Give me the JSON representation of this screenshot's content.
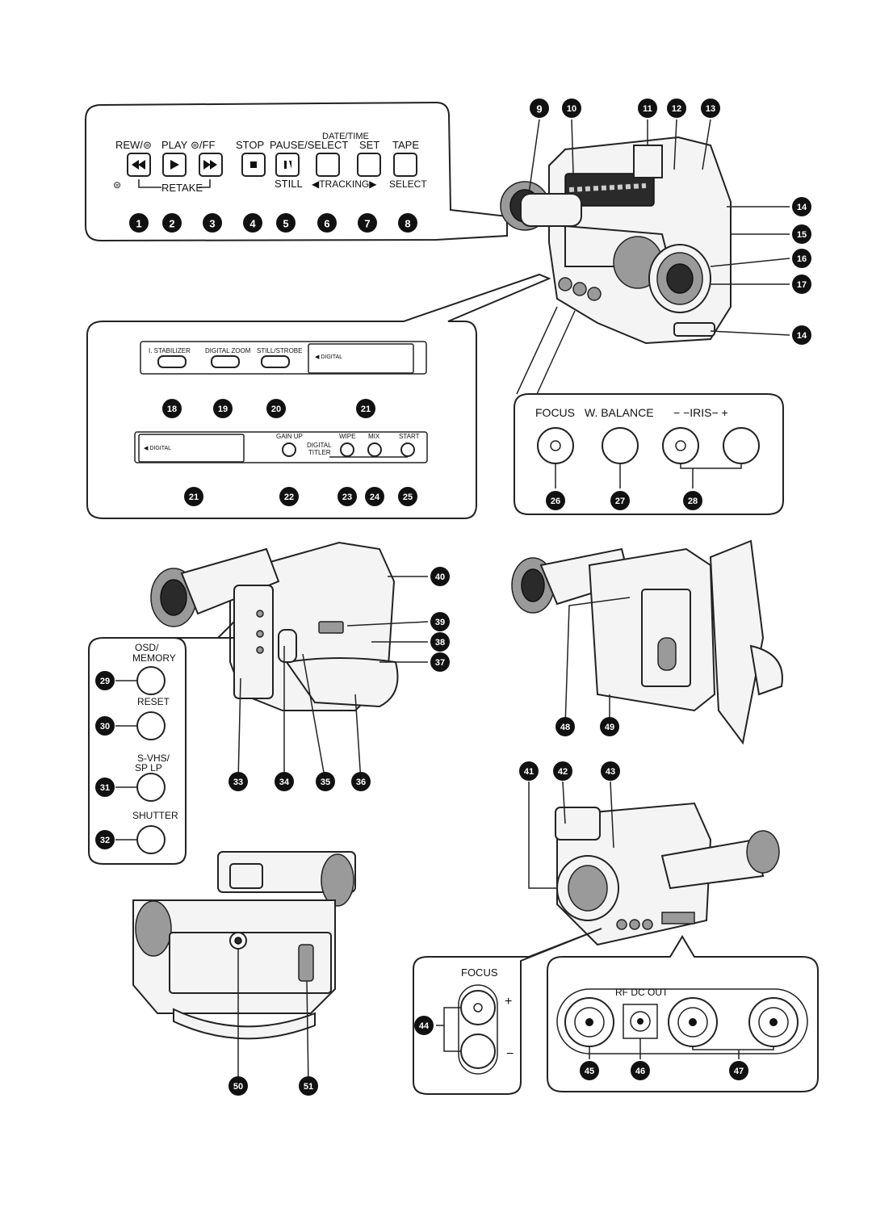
{
  "top_panel": {
    "labels": [
      "REW/⊜",
      "PLAY",
      "⊜/FF",
      "STOP",
      "PAUSE/SELECT",
      "DATE/TIME",
      "SET",
      "TAPE",
      "SELECT",
      "STILL",
      "RETAKE",
      "◀TRACKING▶"
    ],
    "cue_icon": "⊜",
    "icons": [
      "rewind-icon",
      "play-icon",
      "fast-forward-icon",
      "stop-icon",
      "pause-icon"
    ]
  },
  "mid_panel": {
    "labels": [
      "I. STABILIZER",
      "DIGITAL ZOOM",
      "STILL/STROBE",
      "◀ DIGITAL",
      "GAIN UP",
      "WIPE",
      "MIX",
      "START",
      "DIGITAL",
      "TITLER"
    ]
  },
  "right_panel": {
    "labels": [
      "FOCUS",
      "W. BALANCE",
      "− −IRIS− +"
    ]
  },
  "left_panel": {
    "labels": [
      "OSD/",
      "MEMORY",
      "RESET",
      "S-VHS/",
      "SP   LP",
      "SHUTTER"
    ]
  },
  "focus_panel": {
    "labels": [
      "FOCUS",
      "+",
      "−"
    ]
  },
  "rfdc_panel": {
    "labels": [
      "RF DC OUT"
    ]
  },
  "callouts": [
    "1",
    "2",
    "3",
    "4",
    "5",
    "6",
    "7",
    "8",
    "9",
    "10",
    "11",
    "12",
    "13",
    "14",
    "15",
    "16",
    "17",
    "18",
    "19",
    "20",
    "21",
    "22",
    "23",
    "24",
    "25",
    "26",
    "27",
    "28",
    "29",
    "30",
    "31",
    "32",
    "33",
    "34",
    "35",
    "36",
    "37",
    "38",
    "39",
    "40",
    "41",
    "42",
    "43",
    "44",
    "45",
    "46",
    "47",
    "48",
    "49",
    "50",
    "51"
  ]
}
